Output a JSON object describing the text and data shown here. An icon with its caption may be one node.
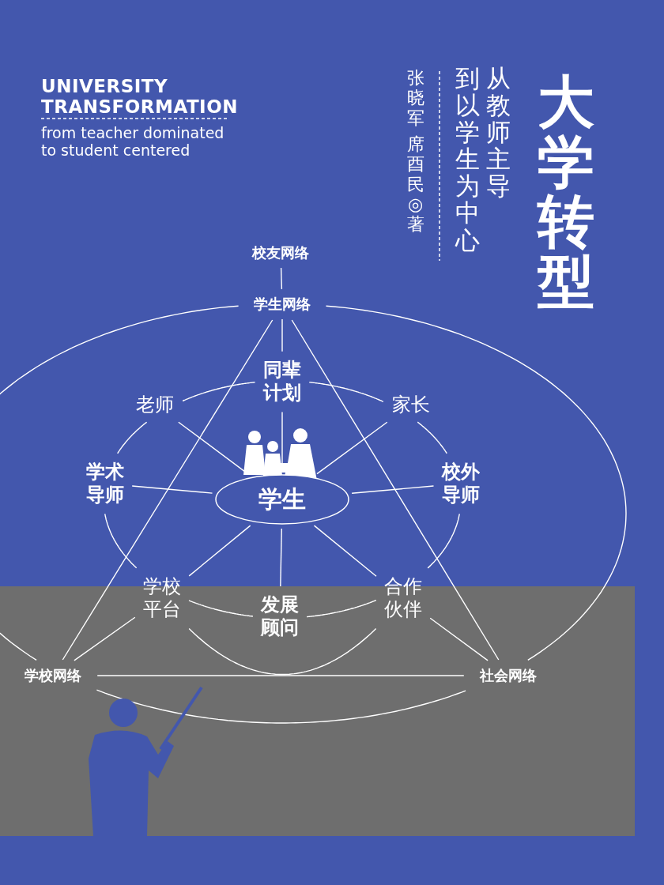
{
  "diagram": {
    "title": "大学转型",
    "nodes": [
      {
        "text": [
          "校友网络"
        ]
      },
      {
        "text": [
          "学生网络"
        ]
      },
      {
        "text": [
          "同辈计划"
        ]
      },
      {
        "text": [
          "老师"
        ]
      },
      {
        "text": [
          "家长"
        ]
      },
      {
        "text": [
          "学术导师"
        ]
      },
      {
        "text": [
          "学生"
        ]
      },
      {
        "text": [
          "校外导师"
        ]
      },
      {
        "text": [
          "学校平台"
        ]
      },
      {
        "text": [
          "发展顾问"
        ]
      },
      {
        "text": [
          "合作伙伴"
        ]
      },
      {
        "text": [
          "学校网络"
        ]
      },
      {
        "text": [
          "社会网络"
        ]
      }
    ],
    "edges": [
      {
        "from": 0,
        "to": 1,
        "arrow": "none"
      },
      {
        "from": 1,
        "to": 2,
        "arrow": "none"
      },
      {
        "from": 2,
        "to": 6,
        "arrow": "none"
      },
      {
        "from": 3,
        "to": 6,
        "arrow": "none"
      },
      {
        "from": 4,
        "to": 6,
        "arrow": "none"
      },
      {
        "from": 5,
        "to": 6,
        "arrow": "none"
      },
      {
        "from": 7,
        "to": 6,
        "arrow": "none"
      },
      {
        "from": 8,
        "to": 6,
        "arrow": "none"
      },
      {
        "from": 9,
        "to": 6,
        "arrow": "none"
      },
      {
        "from": 10,
        "to": 6,
        "arrow": "none"
      },
      {
        "from": 1,
        "to": 11,
        "arrow": "none"
      },
      {
        "from": 1,
        "to": 12,
        "arrow": "none"
      },
      {
        "from": 11,
        "to": 12,
        "arrow": "none"
      },
      {
        "from": 1,
        "to": 11,
        "arrow": "none"
      },
      {
        "from": 1,
        "to": 12,
        "arrow": "none"
      },
      {
        "from": 11,
        "to": 12,
        "arrow": "none"
      },
      {
        "from": 2,
        "to": 3,
        "arrow": "none"
      },
      {
        "from": 2,
        "to": 4,
        "arrow": "none"
      },
      {
        "from": 3,
        "to": 5,
        "arrow": "none"
      },
      {
        "from": 4,
        "to": 7,
        "arrow": "none"
      },
      {
        "from": 5,
        "to": 8,
        "arrow": "none"
      },
      {
        "from": 7,
        "to": 10,
        "arrow": "none"
      },
      {
        "from": 8,
        "to": 9,
        "arrow": "none"
      },
      {
        "from": 9,
        "to": 10,
        "arrow": "none"
      },
      {
        "from": 8,
        "to": 10,
        "arrow": "none"
      },
      {
        "from": 8,
        "to": 11,
        "arrow": "none"
      },
      {
        "from": 10,
        "to": 12,
        "arrow": "none"
      }
    ],
    "labels": [
      "UNIVERSITY TRANSFORMATION",
      "from teacher dominated to student centered",
      "张晓军",
      "席酉民◎著",
      "从教师主导",
      "到以学生为中心"
    ]
  }
}
